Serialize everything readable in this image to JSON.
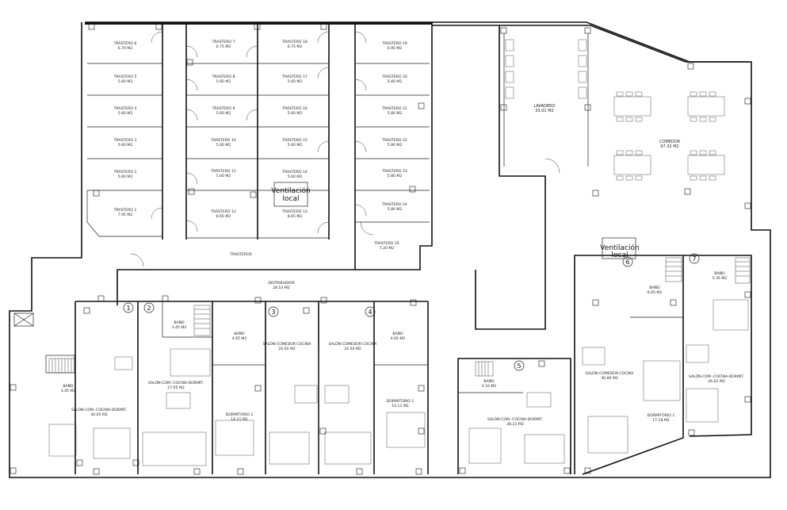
{
  "rooms": {
    "t6": {
      "name": "TRASTERO 6",
      "area": "6.70 M2"
    },
    "t5": {
      "name": "TRASTERO 5",
      "area": "5.60 M2"
    },
    "t4": {
      "name": "TRASTERO 4",
      "area": "5.60 M2"
    },
    "t3": {
      "name": "TRASTERO 3",
      "area": "5.60 M2"
    },
    "t2": {
      "name": "TRASTERO 2",
      "area": "5.60 M2"
    },
    "t1": {
      "name": "TRASTERO 1",
      "area": "7.95 M2"
    },
    "t7": {
      "name": "TRASTERO 7",
      "area": "6.75 M2"
    },
    "t8": {
      "name": "TRASTERO 8",
      "area": "5.60 M2"
    },
    "t9": {
      "name": "TRASTERO 9",
      "area": "5.60 M2"
    },
    "t10": {
      "name": "TRASTERO 10",
      "area": "5.60 M2"
    },
    "t11": {
      "name": "TRASTERO 11",
      "area": "5.60 M2"
    },
    "t12": {
      "name": "TRASTERO 12",
      "area": "8.65 M2"
    },
    "t18": {
      "name": "TRASTERO 18",
      "area": "6.75 M2"
    },
    "t17": {
      "name": "TRASTERO 17",
      "area": "5.60 M2"
    },
    "t16": {
      "name": "TRASTERO 16",
      "area": "5.60 M2"
    },
    "t15b": {
      "name": "TRASTERO 15",
      "area": "5.60 M2"
    },
    "t14": {
      "name": "TRASTERO 14",
      "area": "5.60 M2"
    },
    "t13": {
      "name": "TRASTERO 13",
      "area": "8.65 M2"
    },
    "t19": {
      "name": "TRASTERO 19",
      "area": "6.95 M2"
    },
    "t20": {
      "name": "TRASTERO 20",
      "area": "5.80 M2"
    },
    "t21": {
      "name": "TRASTERO 21",
      "area": "5.80 M2"
    },
    "t22": {
      "name": "TRASTERO 22",
      "area": "5.80 M2"
    },
    "t23": {
      "name": "TRASTERO 23",
      "area": "5.80 M2"
    },
    "t24": {
      "name": "TRASTERO 24",
      "area": "5.80 M2"
    },
    "t25": {
      "name": "TRASTERO 25",
      "area": "7.20 M2"
    },
    "lavadero": {
      "name": "LAVADERO",
      "area": "33.01 M2"
    },
    "comedor": {
      "name": "COMEDOR",
      "area": "97.32 M2"
    },
    "trasteros": {
      "name": "TRASTEROS"
    },
    "distribuidor": {
      "name": "DISTRIBUIDOR",
      "area": "28.53 M2"
    },
    "b1": {
      "name": "BAÑO",
      "area": "3.45 M2"
    },
    "s1": {
      "name": "SALÓN-COM.-COCINA-DORMIT.",
      "area": "30.05 M2"
    },
    "b2": {
      "name": "BAÑO",
      "area": "3.45 M2"
    },
    "s2": {
      "name": "SALÓN-COM.-COCINA-DORMIT.",
      "area": "27.05 M2"
    },
    "b3": {
      "name": "BAÑO",
      "area": "4.65 M2"
    },
    "s3": {
      "name": "SALÓN-COMEDOR-COCINA",
      "area": "24.50 M2"
    },
    "d3": {
      "name": "DORMITORIO 1",
      "area": "14.11 M2"
    },
    "s4": {
      "name": "SALÓN-COMEDOR-COCINA",
      "area": "24.50 M2"
    },
    "b4": {
      "name": "BAÑO",
      "area": "4.65 M2"
    },
    "d4": {
      "name": "DORMITORIO 1",
      "area": "14.11 M2"
    },
    "b5": {
      "name": "BAÑO",
      "area": "4.10 M2"
    },
    "s5": {
      "name": "SALÓN-COM.-COCINA-DORMIT.",
      "area": "28.23 M2"
    },
    "b6": {
      "name": "BAÑO",
      "area": "6.65 M2"
    },
    "s6": {
      "name": "SALÓN-COMEDOR-COCINA",
      "area": "30.86 M2"
    },
    "d6": {
      "name": "DORMITORIO 1",
      "area": "17.18 M2"
    },
    "b7": {
      "name": "BAÑO",
      "area": "5.35 M2"
    },
    "s7": {
      "name": "SALÓN-COM.-COCINA-DORMIT.",
      "area": "26.62 M2"
    }
  },
  "ventilacion": {
    "line1": "Ventilación",
    "line2": "local"
  },
  "unit_numbers": [
    "1",
    "2",
    "3",
    "4",
    "5",
    "6",
    "7"
  ]
}
